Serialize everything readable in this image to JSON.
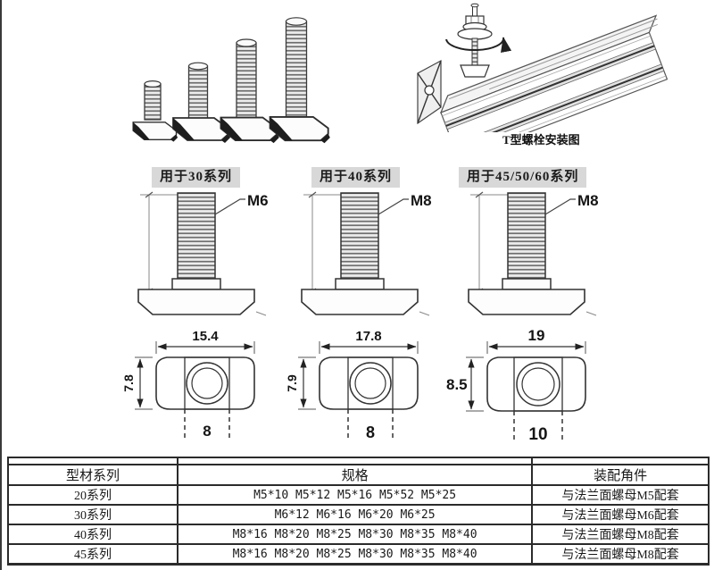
{
  "install": {
    "caption": "T型螺栓安装图"
  },
  "sections": [
    {
      "label": "用于30系列",
      "thread": "M6",
      "head_width": "15.4",
      "head_height": "7.8",
      "slot_width": "8"
    },
    {
      "label": "用于40系列",
      "thread": "M8",
      "head_width": "17.8",
      "head_height": "7.9",
      "slot_width": "8"
    },
    {
      "label": "用于45/50/60系列",
      "thread": "M8",
      "head_width": "19",
      "head_height": "8.5",
      "slot_width": "10"
    }
  ],
  "table": {
    "headers": [
      "型材系列",
      "规格",
      "装配角件"
    ],
    "rows": [
      [
        "20系列",
        "M5*10 M5*12 M5*16 M5*52 M5*25",
        "与法兰面螺母M5配套"
      ],
      [
        "30系列",
        "M6*12 M6*16 M6*20 M6*25",
        "与法兰面螺母M6配套"
      ],
      [
        "40系列",
        "M8*16 M8*20 M8*25 M8*30 M8*35 M8*40",
        "与法兰面螺母M8配套"
      ],
      [
        "45系列",
        "M8*16 M8*20 M8*25 M8*30 M8*35 M8*40",
        "与法兰面螺母M8配套"
      ]
    ]
  }
}
